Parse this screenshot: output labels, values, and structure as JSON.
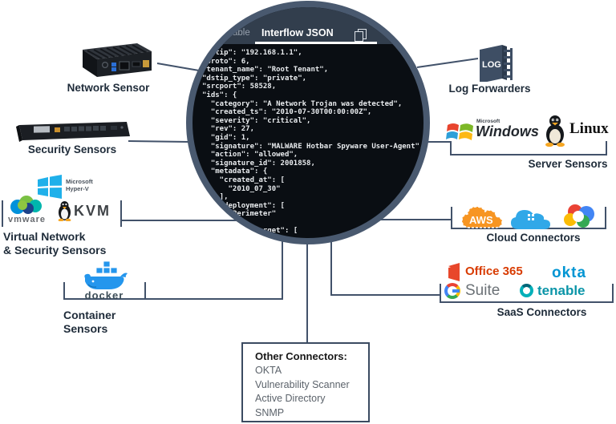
{
  "magnifier": {
    "tab_inactive": "able",
    "tab_active": "Interflow JSON",
    "code": "\"dstip\": \"192.168.1.1\",\n\"proto\": 6,\n\"tenant_name\": \"Root Tenant\",\n\"dstip_type\": \"private\",\n\"srcport\": 58528,\n\"ids\": {\n  \"category\": \"A Network Trojan was detected\",\n  \"created_ts\": \"2010-07-30T00:00:00Z\",\n  \"severity\": \"critical\",\n  \"rev\": 27,\n  \"gid\": 1,\n  \"signature\": \"MALWARE Hotbar Spyware User-Agent\",\n  \"action\": \"allowed\",\n  \"signature_id\": 2001858,\n  \"metadata\": {\n    \"created_at\": [\n      \"2010_07_30\"\n    ],\n    \"deployment\": [\n      \"Perimeter\"\n    ],\n    \"attack_target\": ["
  },
  "groups": {
    "network_sensor": {
      "label": "Network Sensor"
    },
    "security_sensors": {
      "label": "Security Sensors"
    },
    "virtual": {
      "label_line1": "Virtual Network",
      "label_line2": "& Security Sensors",
      "hyperv_line1": "Microsoft",
      "hyperv_line2": "Hyper-V",
      "vmware": "vmware",
      "kvm": "KVM"
    },
    "container": {
      "label_line1": "Container",
      "label_line2": "Sensors",
      "docker": "docker"
    },
    "log_forwarders": {
      "label": "Log Forwarders",
      "icon_text": "LOG"
    },
    "server_sensors": {
      "label": "Server Sensors",
      "windows_small": "Microsoft",
      "windows": "Windows",
      "linux": "Linux"
    },
    "cloud": {
      "label": "Cloud Connectors",
      "aws": "AWS"
    },
    "saas": {
      "label": "SaaS Connectors",
      "office": "Office 365",
      "okta": "okta",
      "gsuite": "Suite",
      "tenable": "tenable"
    }
  },
  "other_connectors": {
    "title": "Other Connectors:",
    "items": [
      "OKTA",
      "Vulnerability Scanner",
      "Active Directory",
      "SNMP"
    ]
  },
  "colors": {
    "ring": "#49596f",
    "line": "#42526a",
    "code_bg": "#0a0e13",
    "tabbar_bg": "#323e4d",
    "label_text": "#1e2b39",
    "aws_orange": "#f79522",
    "azure_blue": "#31a8e8",
    "docker_blue": "#2496ed",
    "okta_blue": "#0095d3",
    "office_orange": "#d83b01",
    "tenable_teal": "#0b95a8"
  }
}
